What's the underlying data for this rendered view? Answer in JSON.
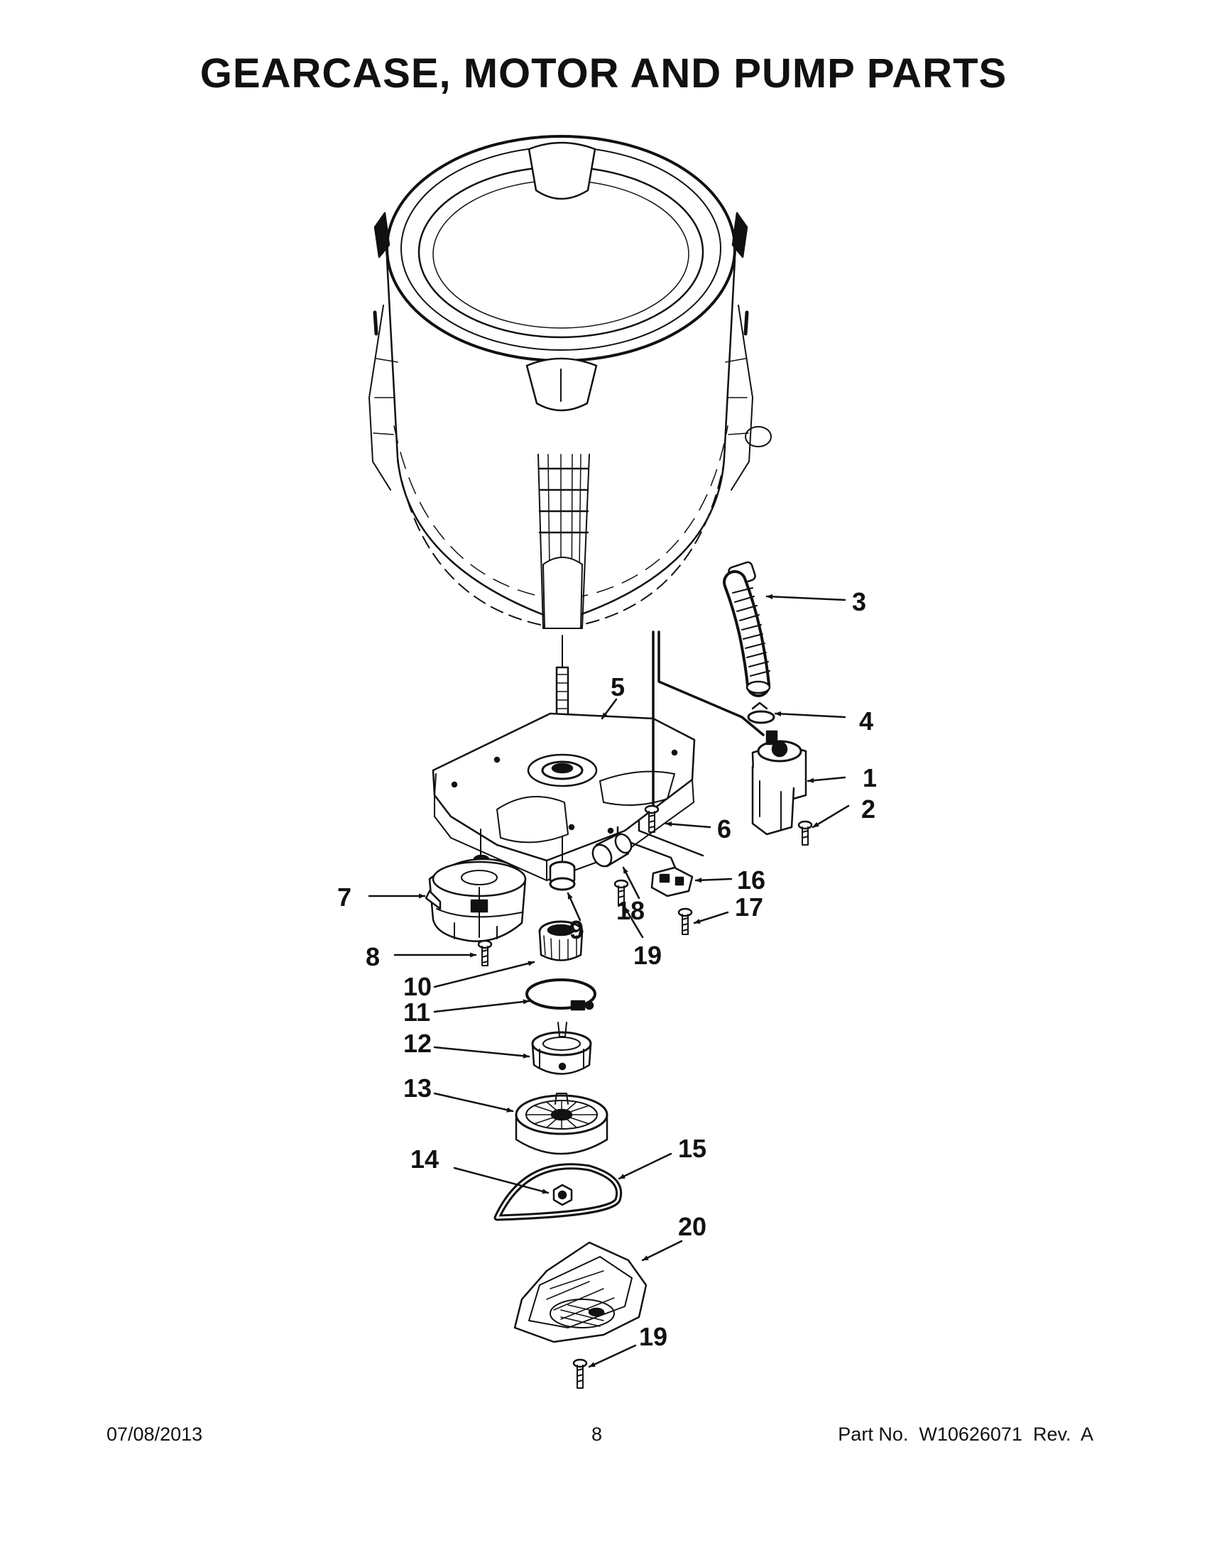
{
  "page": {
    "title": "GEARCASE, MOTOR AND PUMP PARTS",
    "footer": {
      "date": "07/08/2013",
      "page_number": "8",
      "part_number": "Part No.  W10626071  Rev.  A"
    }
  },
  "callouts": [
    {
      "label": "1"
    },
    {
      "label": "2"
    },
    {
      "label": "3"
    },
    {
      "label": "4"
    },
    {
      "label": "5"
    },
    {
      "label": "6"
    },
    {
      "label": "7"
    },
    {
      "label": "8"
    },
    {
      "label": "9"
    },
    {
      "label": "10"
    },
    {
      "label": "11"
    },
    {
      "label": "12"
    },
    {
      "label": "13"
    },
    {
      "label": "14"
    },
    {
      "label": "15"
    },
    {
      "label": "16"
    },
    {
      "label": "17"
    },
    {
      "label": "18"
    },
    {
      "label": "19"
    },
    {
      "label": "19"
    },
    {
      "label": "20"
    }
  ]
}
